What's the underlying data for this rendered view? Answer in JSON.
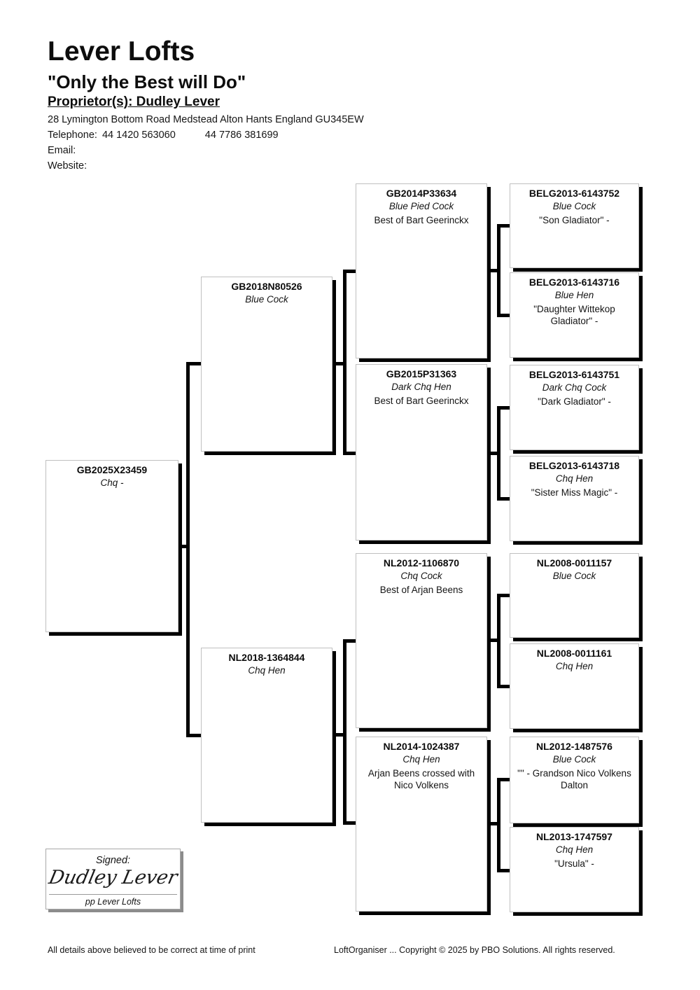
{
  "header": {
    "loft_name": "Lever Lofts",
    "motto": "\"Only the Best will Do\"",
    "proprietor": "Proprietor(s): Dudley Lever",
    "address": "28 Lymington Bottom Road Medstead Alton Hants England GU345EW",
    "telephone_label": "Telephone:",
    "telephone_1": "44 1420 563060",
    "telephone_2": "44 7786 381699",
    "email_label": "Email:",
    "website_label": "Website:"
  },
  "pedigree": {
    "subject": {
      "ring": "GB2025X23459",
      "color": "Chq -",
      "desc": ""
    },
    "sire": {
      "ring": "GB2018N80526",
      "color": "Blue Cock",
      "desc": ""
    },
    "dam": {
      "ring": "NL2018-1364844",
      "color": "Chq Hen",
      "desc": ""
    },
    "sire_sire": {
      "ring": "GB2014P33634",
      "color": "Blue Pied Cock",
      "desc": "Best of Bart Geerinckx"
    },
    "sire_dam": {
      "ring": "GB2015P31363",
      "color": "Dark Chq Hen",
      "desc": "Best of Bart Geerinckx"
    },
    "dam_sire": {
      "ring": "NL2012-1106870",
      "color": "Chq Cock",
      "desc": "Best of Arjan Beens"
    },
    "dam_dam": {
      "ring": "NL2014-1024387",
      "color": "Chq Hen",
      "desc": "Arjan Beens crossed with Nico Volkens"
    },
    "sire_sire_sire": {
      "ring": "BELG2013-6143752",
      "color": "Blue Cock",
      "desc": "\"Son Gladiator\" -"
    },
    "sire_sire_dam": {
      "ring": "BELG2013-6143716",
      "color": "Blue Hen",
      "desc": "\"Daughter Wittekop Gladiator\" -"
    },
    "sire_dam_sire": {
      "ring": "BELG2013-6143751",
      "color": "Dark Chq Cock",
      "desc": "\"Dark Gladiator\" -"
    },
    "sire_dam_dam": {
      "ring": "BELG2013-6143718",
      "color": "Chq Hen",
      "desc": "\"Sister Miss Magic\" -"
    },
    "dam_sire_sire": {
      "ring": "NL2008-0011157",
      "color": "Blue Cock",
      "desc": ""
    },
    "dam_sire_dam": {
      "ring": "NL2008-0011161",
      "color": "Chq Hen",
      "desc": ""
    },
    "dam_dam_sire": {
      "ring": "NL2012-1487576",
      "color": "Blue Cock",
      "desc": "\"\" - Grandson Nico Volkens Dalton"
    },
    "dam_dam_dam": {
      "ring": "NL2013-1747597",
      "color": "Chq Hen",
      "desc": "\"Ursula\" -"
    }
  },
  "signature": {
    "label": "Signed:",
    "name": "Dudley Lever",
    "pp": "pp Lever Lofts"
  },
  "footer": {
    "left": "All details above believed to be correct at time of print",
    "right": "LoftOrganiser ... Copyright © 2025 by PBO Solutions. All rights reserved."
  },
  "colors": {
    "connector_line": "#000000",
    "box_border": "#c0c0c0",
    "box_shadow": "#000000",
    "signature_shadow": "#8c8c8c"
  }
}
